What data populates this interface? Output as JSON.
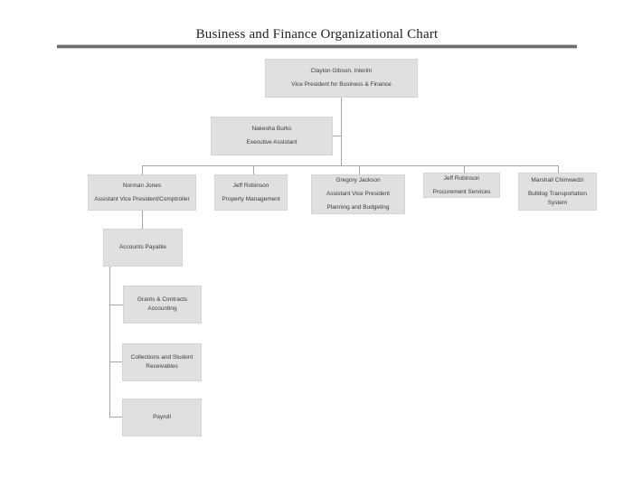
{
  "document": {
    "title": "Business and Finance Organizational Chart"
  },
  "org": {
    "nodes": {
      "clayton": {
        "line1": "Clayton Gibson, Interim",
        "line2": "Vice President for Business & Finance"
      },
      "nakesha": {
        "line1": "Nakesha Burks",
        "line2": "Executive Assistant"
      },
      "norman": {
        "line1": "Norman Jones",
        "line2": "Assistant Vice President/Comptroller"
      },
      "jeff_property": {
        "line1": "Jeff Robinson",
        "line2": "Property Management"
      },
      "gregory": {
        "line1": "Gregory Jackson",
        "line2": "Assistant Vice President",
        "line3": "Planning and Budgeting"
      },
      "jeff_procurement": {
        "line1": "Jeff Robinson",
        "line2": "Procurement Services"
      },
      "marshall": {
        "line1": "Marshall Chimwedzi",
        "line2": "Bulldog Transportation System"
      },
      "accounts_payable": {
        "line1": "Accounts Payable"
      },
      "grants": {
        "line1": "Grants & Contracts Accounting"
      },
      "collections": {
        "line1": "Collections and Student Receivables"
      },
      "payroll": {
        "line1": "Payroll"
      }
    },
    "hierarchy_note": "Clayton Gibson supervises Nakesha Burks (assistant) and five direct reports: Norman Jones, Jeff Robinson (Property Management), Gregory Jackson, Jeff Robinson (Procurement Services), Marshall Chimwedzi. Norman Jones supervises Accounts Payable, which oversees Grants & Contracts Accounting, Collections and Student Receivables, and Payroll."
  },
  "colors": {
    "box_fill": "#e0e0e0",
    "box_border": "#d4d4d4",
    "connector": "#a6a6a6",
    "text": "#3a3a3a",
    "title_rule_dark": "#6e6e6e",
    "title_rule_light": "#c9c9c9"
  }
}
